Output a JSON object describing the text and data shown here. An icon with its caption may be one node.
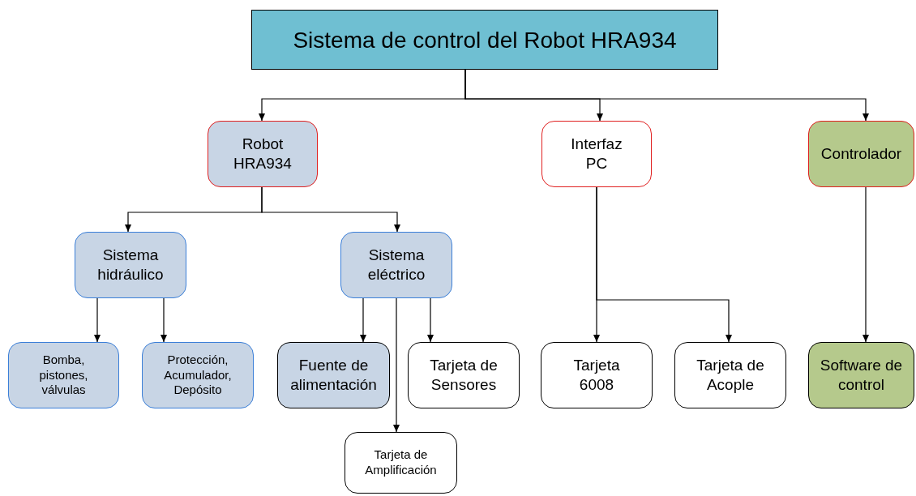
{
  "diagram": {
    "nodes": [
      {
        "text": [
          "Sistema de control del Robot HRA934"
        ]
      },
      {
        "text": [
          "Robot HRA934"
        ]
      },
      {
        "text": [
          "Interfaz PC"
        ]
      },
      {
        "text": [
          "Controlador"
        ]
      },
      {
        "text": [
          "Sistema hidráulico"
        ]
      },
      {
        "text": [
          "Sistema eléctrico"
        ]
      },
      {
        "text": [
          "Bomba, pistones, válvulas"
        ]
      },
      {
        "text": [
          "Protección, Acumulador, Depósito"
        ]
      },
      {
        "text": [
          "Fuente de alimentación"
        ]
      },
      {
        "text": [
          "Tarjeta de Sensores"
        ]
      },
      {
        "text": [
          "Tarjeta 6008"
        ]
      },
      {
        "text": [
          "Tarjeta de Acople"
        ]
      },
      {
        "text": [
          "Software de control"
        ]
      },
      {
        "text": [
          "Tarjeta de Amplificación"
        ]
      }
    ],
    "edges": [
      {
        "from": 0,
        "to": 1,
        "arrow": "to"
      },
      {
        "from": 0,
        "to": 2,
        "arrow": "to"
      },
      {
        "from": 0,
        "to": 3,
        "arrow": "to"
      },
      {
        "from": 1,
        "to": 4,
        "arrow": "to"
      },
      {
        "from": 1,
        "to": 5,
        "arrow": "to"
      },
      {
        "from": 4,
        "to": 6,
        "arrow": "to"
      },
      {
        "from": 4,
        "to": 7,
        "arrow": "to"
      },
      {
        "from": 5,
        "to": 8,
        "arrow": "to"
      },
      {
        "from": 5,
        "to": 9,
        "arrow": "to"
      },
      {
        "from": 5,
        "to": 13,
        "arrow": "to"
      },
      {
        "from": 2,
        "to": 10,
        "arrow": "to"
      },
      {
        "from": 2,
        "to": 11,
        "arrow": "to"
      },
      {
        "from": 3,
        "to": 12,
        "arrow": "to"
      }
    ]
  }
}
